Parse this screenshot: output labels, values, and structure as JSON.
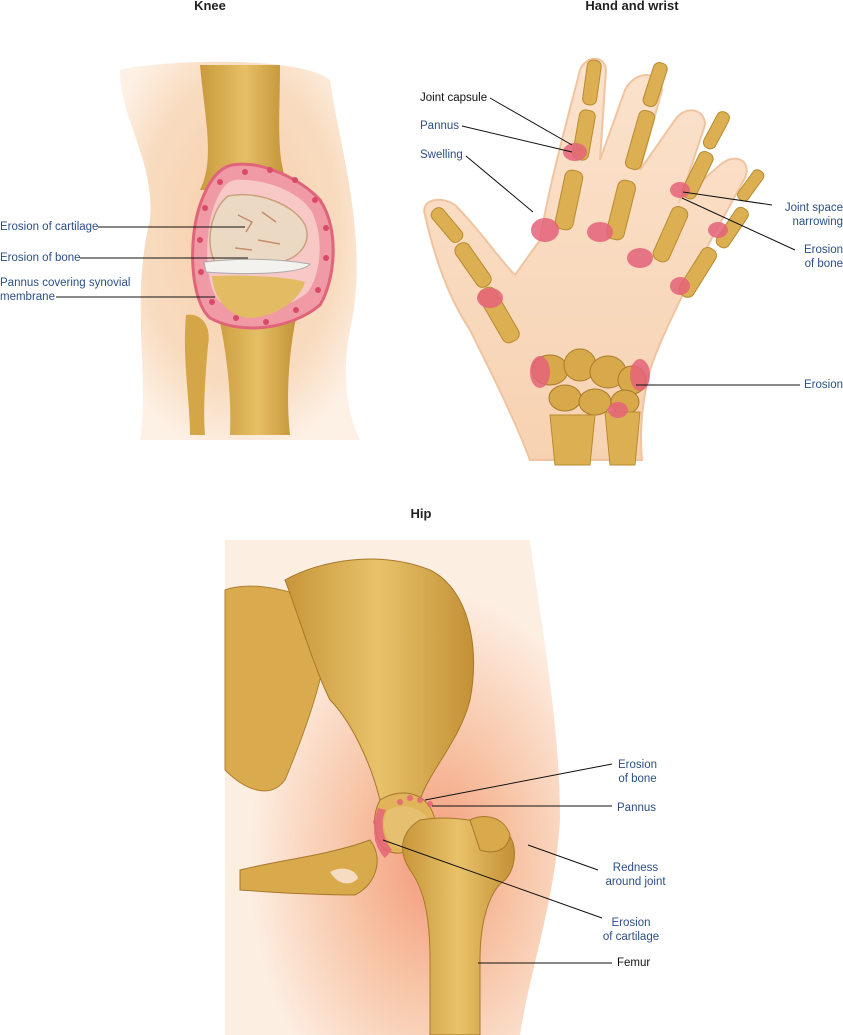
{
  "knee": {
    "title": "Knee",
    "labels": {
      "cartilage": "Erosion of cartilage",
      "bone": "Erosion of bone",
      "pannus_1": "Pannus covering synovial",
      "pannus_2": "membrane"
    }
  },
  "hand": {
    "title": "Hand and wrist",
    "labels": {
      "capsule": "Joint capsule",
      "pannus": "Pannus",
      "swelling": "Swelling",
      "narrowing_1": "Joint space",
      "narrowing_2": "narrowing",
      "bone_1": "Erosion",
      "bone_2": "of bone",
      "erosion": "Erosion"
    }
  },
  "hip": {
    "title": "Hip",
    "labels": {
      "bone_1": "Erosion",
      "bone_2": "of bone",
      "pannus": "Pannus",
      "redness_1": "Redness",
      "redness_2": "around joint",
      "cartilage_1": "Erosion",
      "cartilage_2": "of cartilage",
      "femur": "Femur"
    }
  },
  "colors": {
    "bone": "#dcb052",
    "bone_shade": "#b88a2e",
    "skin": "#f8d8b8",
    "inflamed": "#e5637a",
    "label_black": "#111111",
    "label_blue": "#2c4f86"
  }
}
